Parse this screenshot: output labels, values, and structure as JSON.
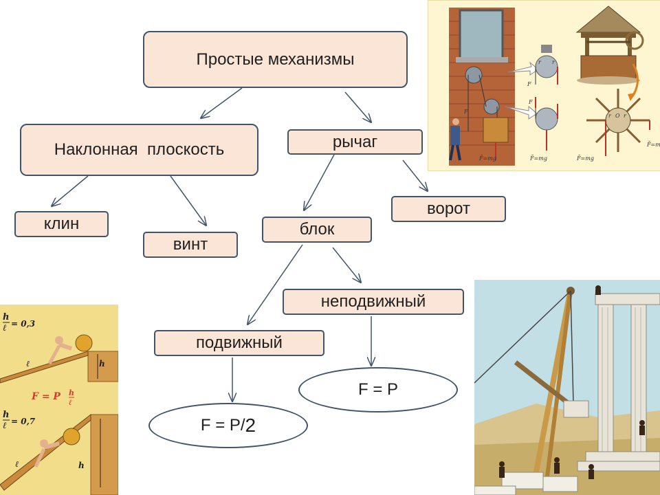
{
  "diagram": {
    "root": "Простые механизмы",
    "inclined_plane": "Наклонная  плоскость",
    "lever": "рычаг",
    "wedge": "клин",
    "screw": "винт",
    "pulley": "блок",
    "winch": "ворот",
    "fixed_pulley": "неподвижный",
    "movable_pulley": "подвижный",
    "formula_fixed": "F = P",
    "formula_movable_prefix": "F = P/",
    "formula_movable_num": "2"
  },
  "illustrations": {
    "pulley_force_labels": [
      "r",
      "r",
      "F",
      "F",
      "F",
      "F̄=mg",
      "F̄=mg",
      "F̄=mg",
      "O",
      "r",
      "r"
    ],
    "ramp1_ratio": "= 0,3",
    "ramp_formula": "F = P",
    "ramp2_ratio": "= 0,7",
    "ramp_h": "h",
    "ramp_l": "ℓ"
  },
  "colors": {
    "node_fill": "#fbe5d6",
    "node_border": "#41546a",
    "arrow": "#41546a",
    "brick": "#b5643a",
    "panel_bg": "#fdf6d0",
    "ramp_bg": "#f2dd8a",
    "formula_red": "#d93b2b"
  }
}
